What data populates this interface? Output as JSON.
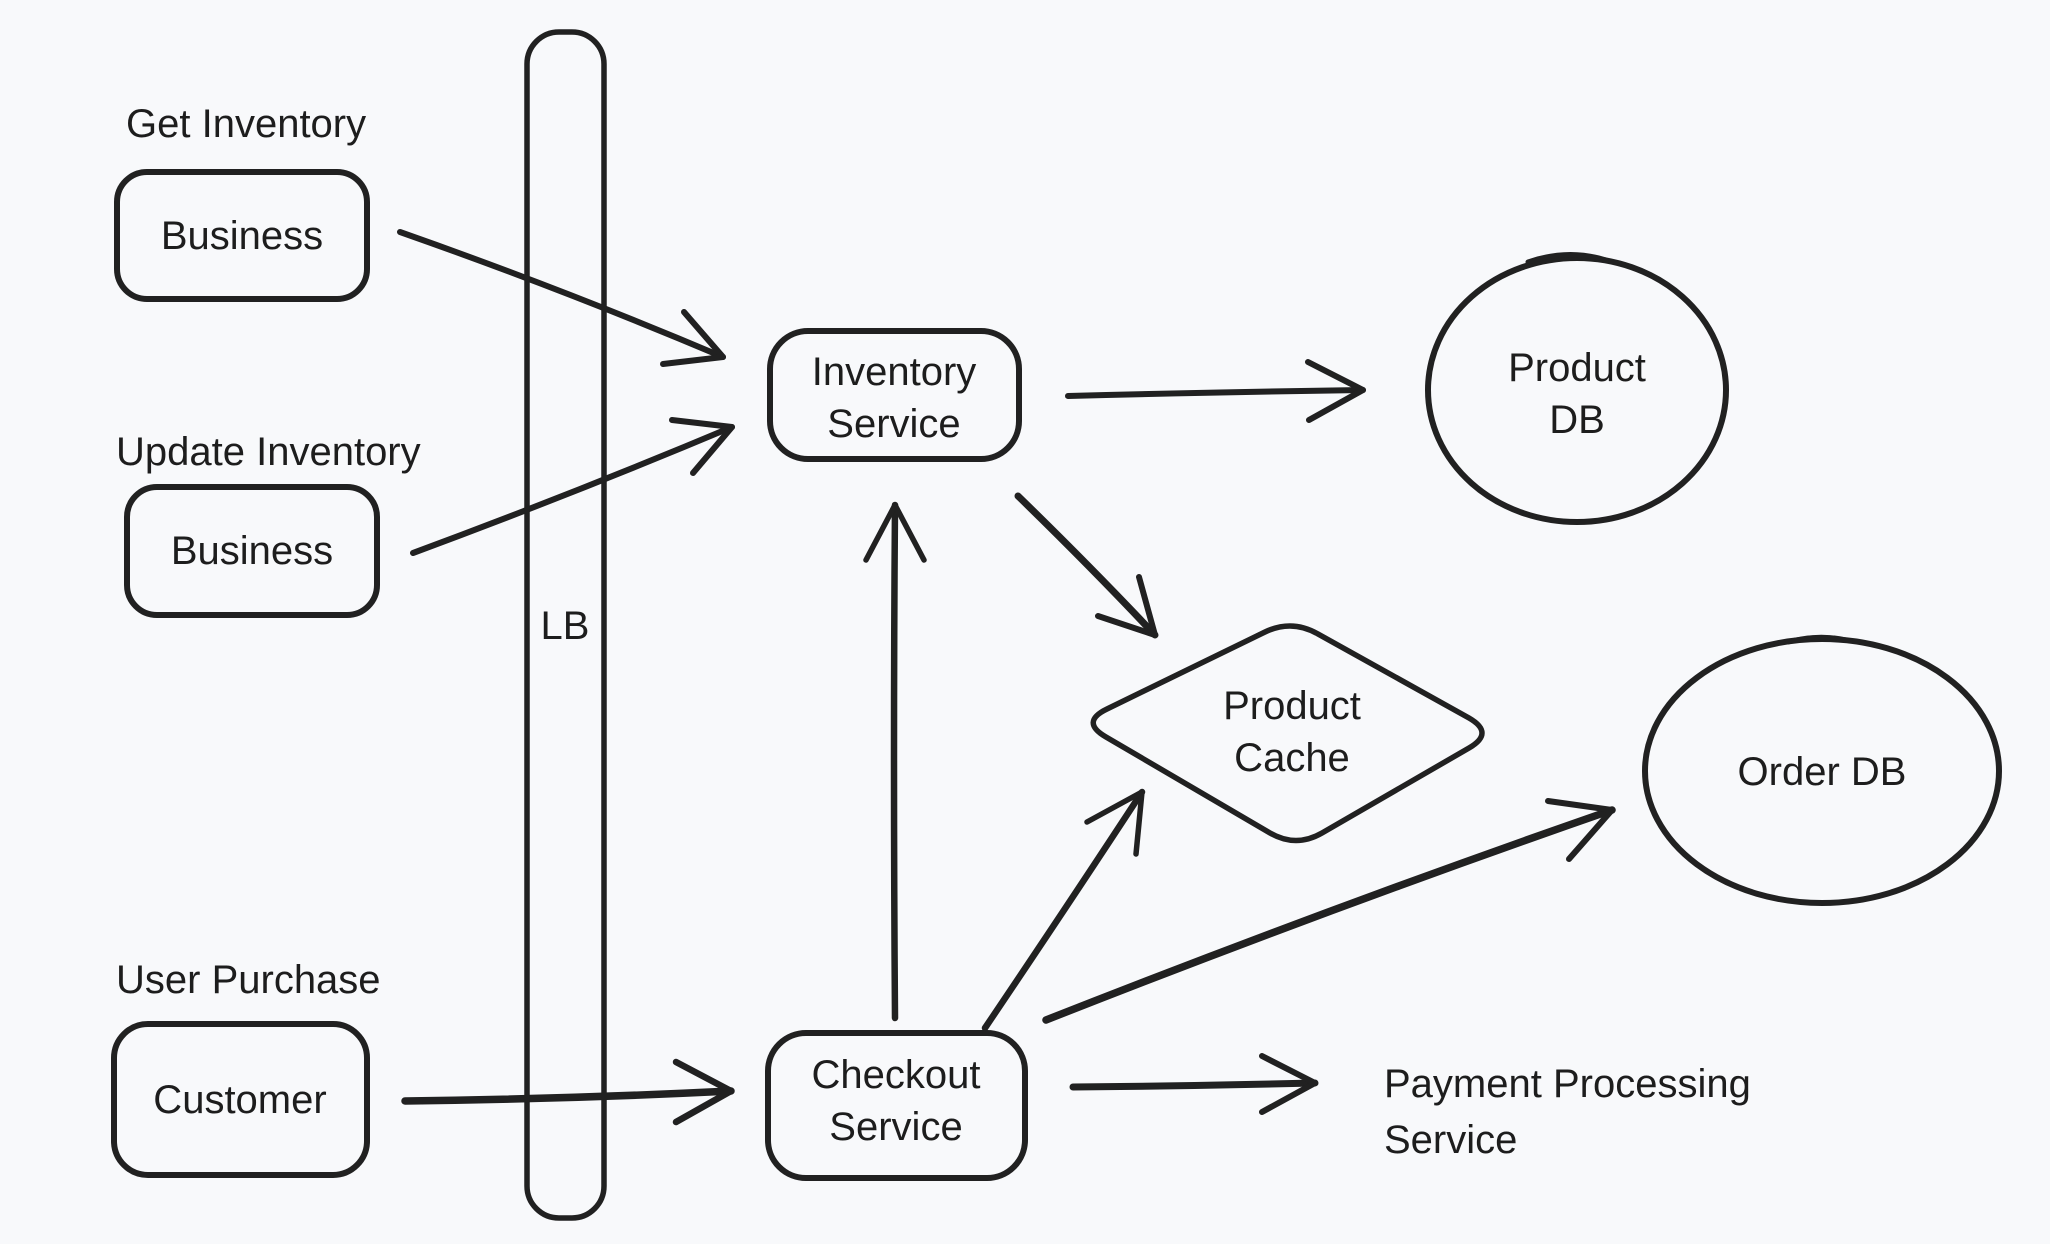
{
  "canvas": {
    "background_color": "#f8f9fb",
    "stroke_color": "#212121",
    "text_color": "#1d1d1d",
    "style": "hand-drawn whiteboard diagram"
  },
  "annotations": {
    "get_inventory": "Get Inventory",
    "update_inventory": "Update Inventory",
    "user_purchase": "User Purchase"
  },
  "nodes": {
    "business_get": {
      "label": "Business",
      "shape": "rounded-rect"
    },
    "business_update": {
      "label": "Business",
      "shape": "rounded-rect"
    },
    "customer": {
      "label": "Customer",
      "shape": "rounded-rect"
    },
    "load_balancer": {
      "label": "LB",
      "shape": "tall-bar"
    },
    "inventory_service": {
      "line1": "Inventory",
      "line2": "Service",
      "shape": "rounded-rect"
    },
    "checkout_service": {
      "line1": "Checkout",
      "line2": "Service",
      "shape": "rounded-rect"
    },
    "product_db": {
      "line1": "Product",
      "line2": "DB",
      "shape": "ellipse"
    },
    "order_db": {
      "label": "Order DB",
      "shape": "ellipse"
    },
    "product_cache": {
      "line1": "Product",
      "line2": "Cache",
      "shape": "diamond"
    },
    "payment_service": {
      "line1": "Payment Processing",
      "line2": "Service",
      "shape": "text-only"
    }
  },
  "edges": [
    {
      "from": "business-get",
      "to": "inventory-service"
    },
    {
      "from": "business-update",
      "to": "inventory-service"
    },
    {
      "from": "customer",
      "to": "checkout-service"
    },
    {
      "from": "inventory-service",
      "to": "product-db"
    },
    {
      "from": "inventory-service",
      "to": "product-cache"
    },
    {
      "from": "checkout-service",
      "to": "inventory-service"
    },
    {
      "from": "checkout-service",
      "to": "product-cache"
    },
    {
      "from": "checkout-service",
      "to": "order-db"
    },
    {
      "from": "checkout-service",
      "to": "payment-processing-service"
    }
  ]
}
